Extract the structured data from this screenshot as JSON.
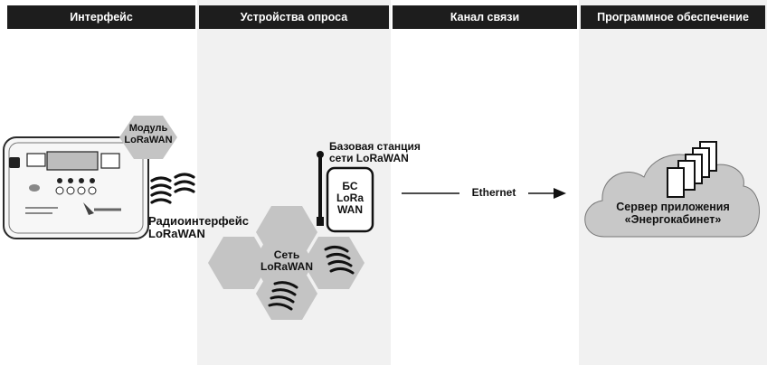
{
  "columns": [
    {
      "title": "Интерфейс"
    },
    {
      "title": "Устройства опроса"
    },
    {
      "title": "Канал связи"
    },
    {
      "title": "Программное обеспечение"
    }
  ],
  "colors": {
    "header_bg": "#1d1d1d",
    "panel_bg": "#f1f1f1",
    "hex_fill": "#c4c4c4",
    "cloud_fill": "#c8c8c8"
  },
  "module": {
    "line1": "Модуль",
    "line2": "LoRaWAN"
  },
  "radio": {
    "line1": "Радиоинтерфейс",
    "line2": "LoRaWAN"
  },
  "base_station": {
    "line1": "Базовая станция",
    "line2": "сети LoRaWAN"
  },
  "bs_box": {
    "line1": "БС",
    "line2": "LoRa",
    "line3": "WAN"
  },
  "network": {
    "line1": "Сеть",
    "line2": "LoRaWAN"
  },
  "channel": {
    "label": "Ethernet"
  },
  "server": {
    "line1": "Сервер приложения",
    "line2": "«Энергокабинет»"
  }
}
